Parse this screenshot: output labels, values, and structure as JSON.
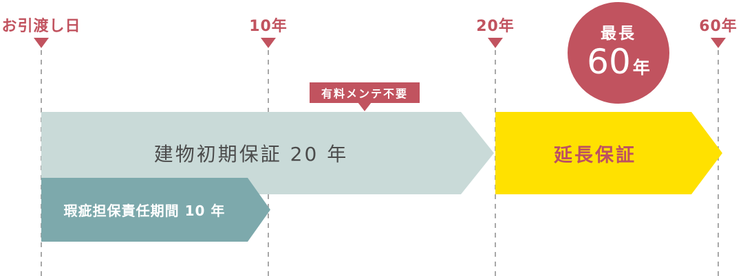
{
  "markers": [
    {
      "label": "お引渡し日"
    },
    {
      "label": "10年"
    },
    {
      "label": "20年"
    },
    {
      "label": "60年"
    }
  ],
  "maintenance_badge": {
    "label": "有料メンテ不要"
  },
  "arrows": {
    "initial_warranty": {
      "label": "建物初期保証 20 年"
    },
    "defect_liability": {
      "label": "瑕疵担保責任期間 10 年"
    },
    "extended_warranty": {
      "label": "延長保証"
    }
  },
  "max_duration_circle": {
    "prefix": "最長",
    "value": "60",
    "unit": "年"
  },
  "colors": {
    "accent_red": "#c1535f",
    "light_blue_arrow": "#c9dad8",
    "teal_arrow": "#7da9ac",
    "yellow_arrow": "#ffe100",
    "dark_text": "#4b4b4b",
    "dashed_line_gray": "#a8a8a8",
    "background": "#ffffff"
  }
}
